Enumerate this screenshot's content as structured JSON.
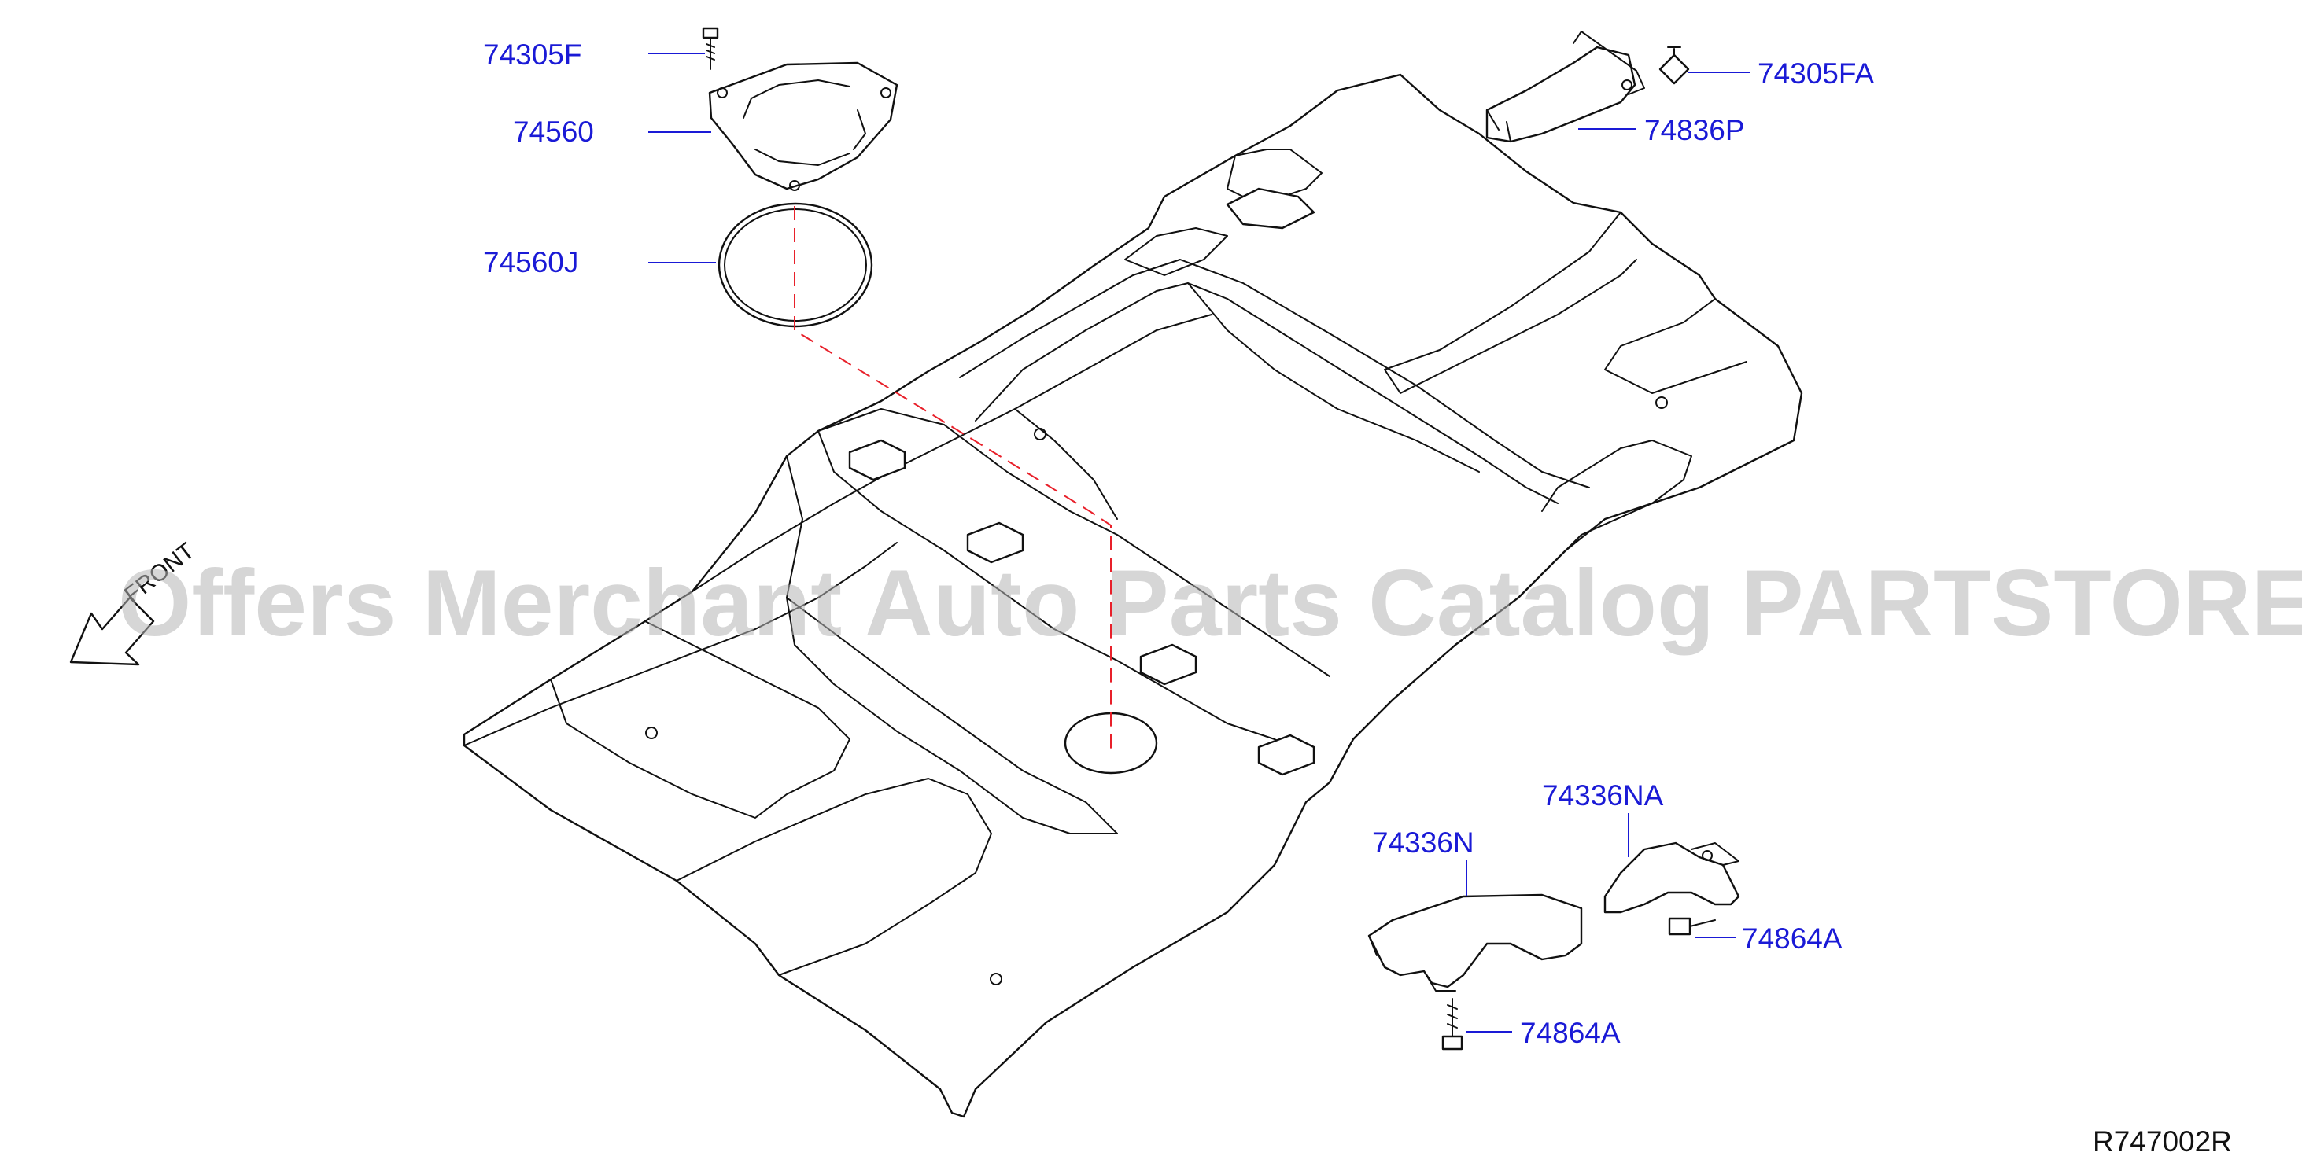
{
  "diagram": {
    "reference_code": "R747002R",
    "watermark": "Offers Merchant Auto Parts Catalog PARTSTORE.SA",
    "front_indicator": "FRONT",
    "callouts": [
      {
        "id": "c1",
        "part_number": "74305F"
      },
      {
        "id": "c2",
        "part_number": "74560"
      },
      {
        "id": "c3",
        "part_number": "74560J"
      },
      {
        "id": "c4",
        "part_number": "74305FA"
      },
      {
        "id": "c5",
        "part_number": "74836P"
      },
      {
        "id": "c6",
        "part_number": "74336NA"
      },
      {
        "id": "c7",
        "part_number": "74336N"
      },
      {
        "id": "c8",
        "part_number": "74864A"
      },
      {
        "id": "c9",
        "part_number": "74864A"
      }
    ],
    "colors": {
      "callout_text": "#1a1ad6",
      "line_art": "#111111",
      "cut_line": "#e8202a",
      "watermark": "#b4b4b4"
    }
  }
}
